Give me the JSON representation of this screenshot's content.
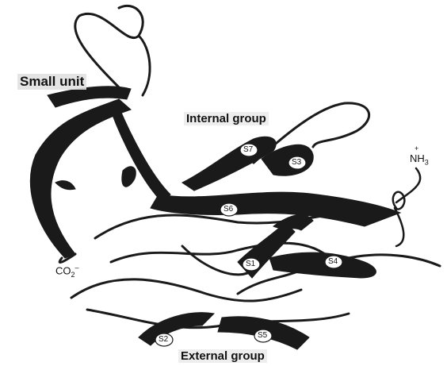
{
  "labels": {
    "small_unit": "Small unit",
    "internal_group": "Internal group",
    "external_group": "External group"
  },
  "termini": {
    "n_term": "NH",
    "n_term_sub": "3",
    "n_term_sup": "+",
    "c_term": "CO",
    "c_term_sub": "2",
    "c_term_sup": "–"
  },
  "strands": {
    "s1": "S1",
    "s2": "S2",
    "s3": "S3",
    "s4": "S4",
    "s5": "S5",
    "s6": "S6",
    "s7": "S7"
  },
  "colors": {
    "ribbon": "#1a1a1a",
    "label_bg": "#e6e6e6",
    "background": "#ffffff"
  }
}
